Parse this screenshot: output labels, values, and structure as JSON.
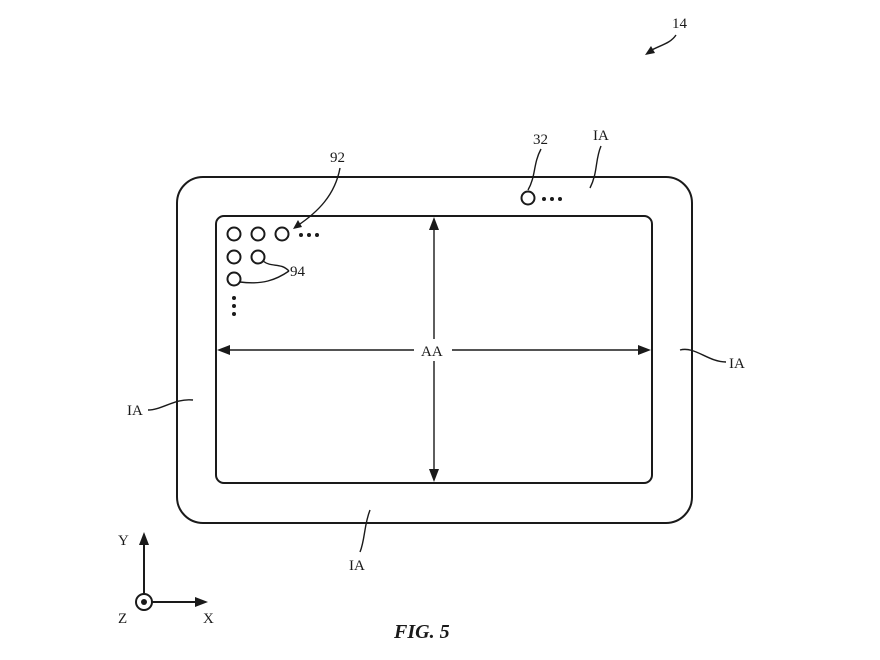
{
  "figure": {
    "caption": "FIG. 5",
    "ref_device": "14",
    "ref_pixels": "92",
    "ref_sensor": "32",
    "ref_pixel_group": "94",
    "active_area": "AA",
    "inactive_area": "IA",
    "axes": {
      "x": "X",
      "y": "Y",
      "z": "Z"
    }
  }
}
